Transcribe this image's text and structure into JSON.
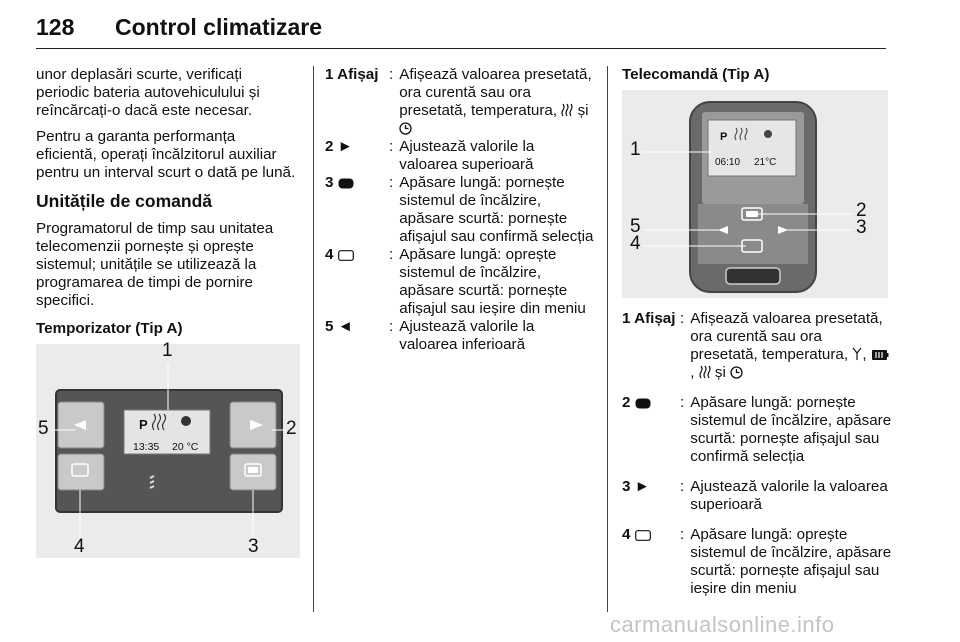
{
  "header": {
    "page_number": "128",
    "title": "Control climatizare"
  },
  "col1": {
    "para1": "unor deplasări scurte, verificați periodic bateria autovehiculului și reîncărcați-o dacă este necesar.",
    "para2": "Pentru a garanta performanța eficientă, operați încălzitorul auxiliar pentru un interval scurt o dată pe lună.",
    "heading": "Unitățile de comandă",
    "para3": "Programatorul de timp sau unitatea telecomenzii pornește și oprește sistemul; unitățile se utilizează la programarea de timpi de pornire specifici.",
    "timer_heading": "Temporizator (Tip A)",
    "timer_display": {
      "p": "P",
      "time": "13:35",
      "temp": "20 °C"
    },
    "timer_callouts": [
      "1",
      "2",
      "3",
      "4",
      "5"
    ]
  },
  "col2": {
    "items": [
      {
        "key": "1 Afișaj",
        "desc": "Afișează valoarea presetată, ora curentă sau ora presetată, temperatura,",
        "suffix": "și"
      },
      {
        "key": "2",
        "desc": "Ajustează valorile la valoarea superioară"
      },
      {
        "key": "3",
        "desc": "Apăsare lungă: pornește sistemul de încălzire, apăsare scurtă: pornește afișajul sau confirmă selecția"
      },
      {
        "key": "4",
        "desc": "Apăsare lungă: oprește sistemul de încălzire, apăsare scurtă: pornește afișajul sau ieșire din meniu"
      },
      {
        "key": "5",
        "desc": "Ajustează valorile la valoarea inferioară"
      }
    ]
  },
  "col3": {
    "heading": "Telecomandă (Tip A)",
    "remote_display": {
      "p": "P",
      "time": "06:10",
      "temp": "21°C"
    },
    "remote_callouts": [
      "1",
      "2",
      "3",
      "4",
      "5"
    ],
    "items": [
      {
        "key": "1 Afișaj",
        "desc": "Afișează valoarea presetată, ora curentă sau ora presetată, temperatura,",
        "suffix": "și"
      },
      {
        "key": "2",
        "desc": "Apăsare lungă: pornește sistemul de încălzire, apăsare scurtă: pornește afișajul sau confirmă selecția"
      },
      {
        "key": "3",
        "desc": "Ajustează valorile la valoarea superioară"
      },
      {
        "key": "4",
        "desc": "Apăsare lungă: oprește sistemul de încălzire, apăsare scurtă: pornește afișajul sau ieșire din meniu"
      }
    ]
  },
  "watermark": "carmanualsonline.info"
}
